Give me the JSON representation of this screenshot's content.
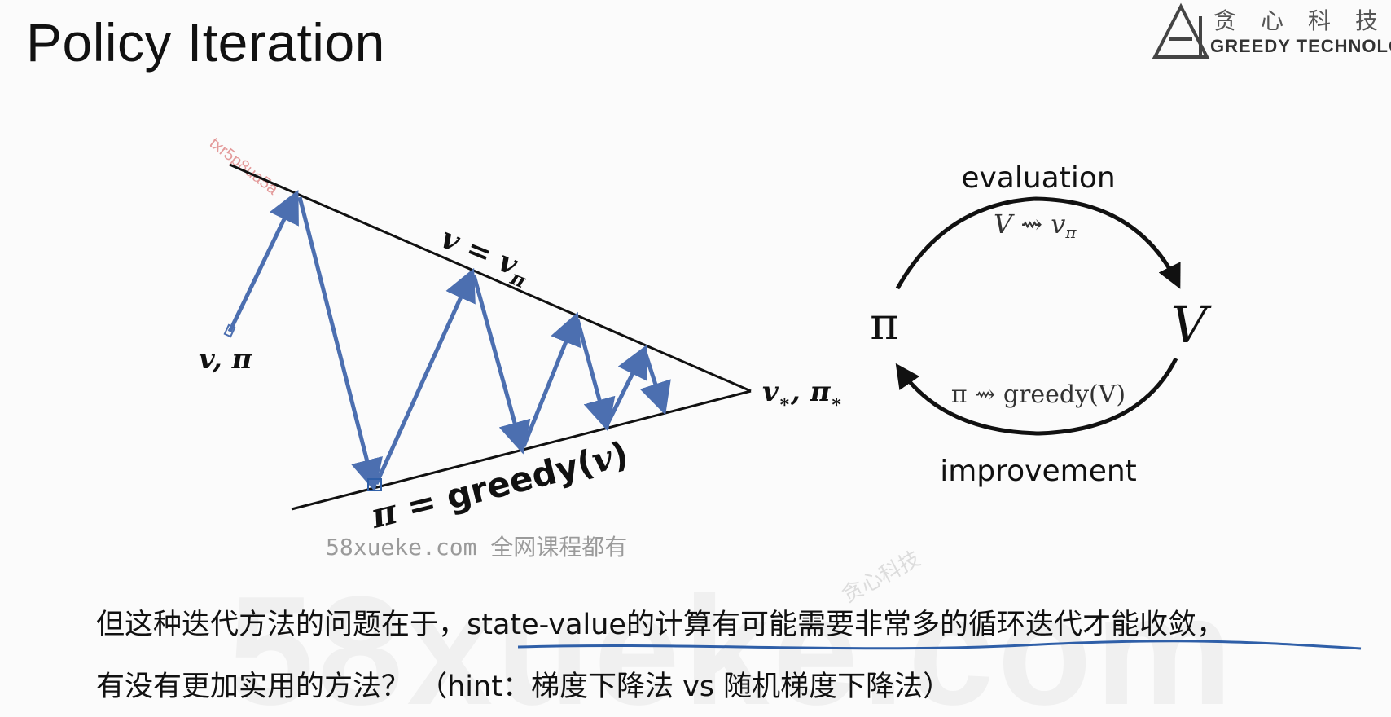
{
  "slide": {
    "title": "Policy Iteration"
  },
  "logo": {
    "chinese_text": "贪心科技",
    "english_text": "GREEDY TECHNOLOGY"
  },
  "left_diagram": {
    "start_label_v": "v",
    "start_label_comma": ", ",
    "start_label_pi": "π",
    "top_line_label_v": "v",
    "top_line_label_eq": " = ",
    "top_line_label_vpi": "v",
    "top_line_label_sub": "π",
    "bottom_line_label_pi": "π",
    "bottom_line_label_rest": " = greedy(",
    "bottom_line_label_v": "v",
    "bottom_line_label_close": ")",
    "end_label_v": "v",
    "end_label_sub1": "∗",
    "end_label_comma": ", ",
    "end_label_pi": "π",
    "end_label_sub2": "∗",
    "rotated_watermark": "txr5p8ua5a"
  },
  "right_diagram": {
    "top_label": "evaluation",
    "top_formula": "V ⇝ v",
    "top_formula_sub": "π",
    "left_node": "π",
    "right_node": "V",
    "bottom_formula": "π ⇝ greedy(V)",
    "bottom_label": "improvement"
  },
  "watermarks": {
    "site_text": "58xueke.com 全网课程都有",
    "big_text": "58xueke.com"
  },
  "caption": {
    "line1": "但这种迭代方法的问题在于，state-value的计算有可能需要非常多的循环迭代才能收敛，",
    "line2": "有没有更加实用的方法？ （hint：梯度下降法 vs 随机梯度下降法）"
  },
  "colors": {
    "arrow_blue": "#4c6fb0",
    "text": "#111111",
    "background": "#fbfbfb",
    "underline_blue": "#2f5fa8"
  }
}
